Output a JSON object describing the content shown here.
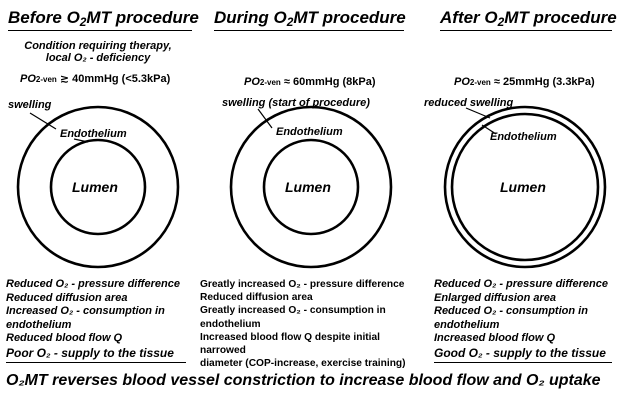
{
  "panels": [
    {
      "title_pre": "Before O",
      "title_post": "MT procedure",
      "condition": [
        "Condition requiring therapy,",
        "local O₂ - deficiency"
      ],
      "pressure_label": "PO",
      "pressure_sub": "2-ven",
      "pressure_value": " ≳ 40mmHg (<5.3kPa)",
      "swelling": "swelling",
      "endothelium": "Endothelium",
      "lumen": "Lumen",
      "effects": [
        "Reduced O₂ - pressure difference",
        "Reduced diffusion area",
        "Increased O₂ - consumption in",
        "endothelium",
        "Reduced blood flow Q"
      ],
      "outcome": "Poor O₂ - supply to the tissue"
    },
    {
      "title_pre": "During O",
      "title_post": "MT procedure",
      "pressure_label": "PO",
      "pressure_sub": "2-ven",
      "pressure_value": " ≈ 60mmHg (8kPa)",
      "swelling": "swelling (start of procedure)",
      "endothelium": "Endothelium",
      "lumen": "Lumen",
      "effects": [
        "Greatly increased O₂ - pressure difference",
        "Reduced diffusion area",
        "Greatly increased O₂ - consumption in",
        "endothelium",
        "Increased blood flow Q despite initial narrowed",
        "diameter (COP-increase, exercise training)"
      ]
    },
    {
      "title_pre": "After O",
      "title_post": "MT procedure",
      "pressure_label": "PO",
      "pressure_sub": "2-ven",
      "pressure_value": " ≈ 25mmHg (3.3kPa)",
      "swelling": "reduced swelling",
      "endothelium": "Endothelium",
      "lumen": "Lumen",
      "effects": [
        "Reduced O₂ - pressure difference",
        "Enlarged diffusion area",
        "Reduced O₂ - consumption in",
        "endothelium",
        "Increased blood flow Q"
      ],
      "outcome": "Good O₂ - supply to the tissue"
    }
  ],
  "title_sub": "2",
  "footer": "O₂MT reverses blood vessel constriction to increase blood flow and O₂ uptake"
}
